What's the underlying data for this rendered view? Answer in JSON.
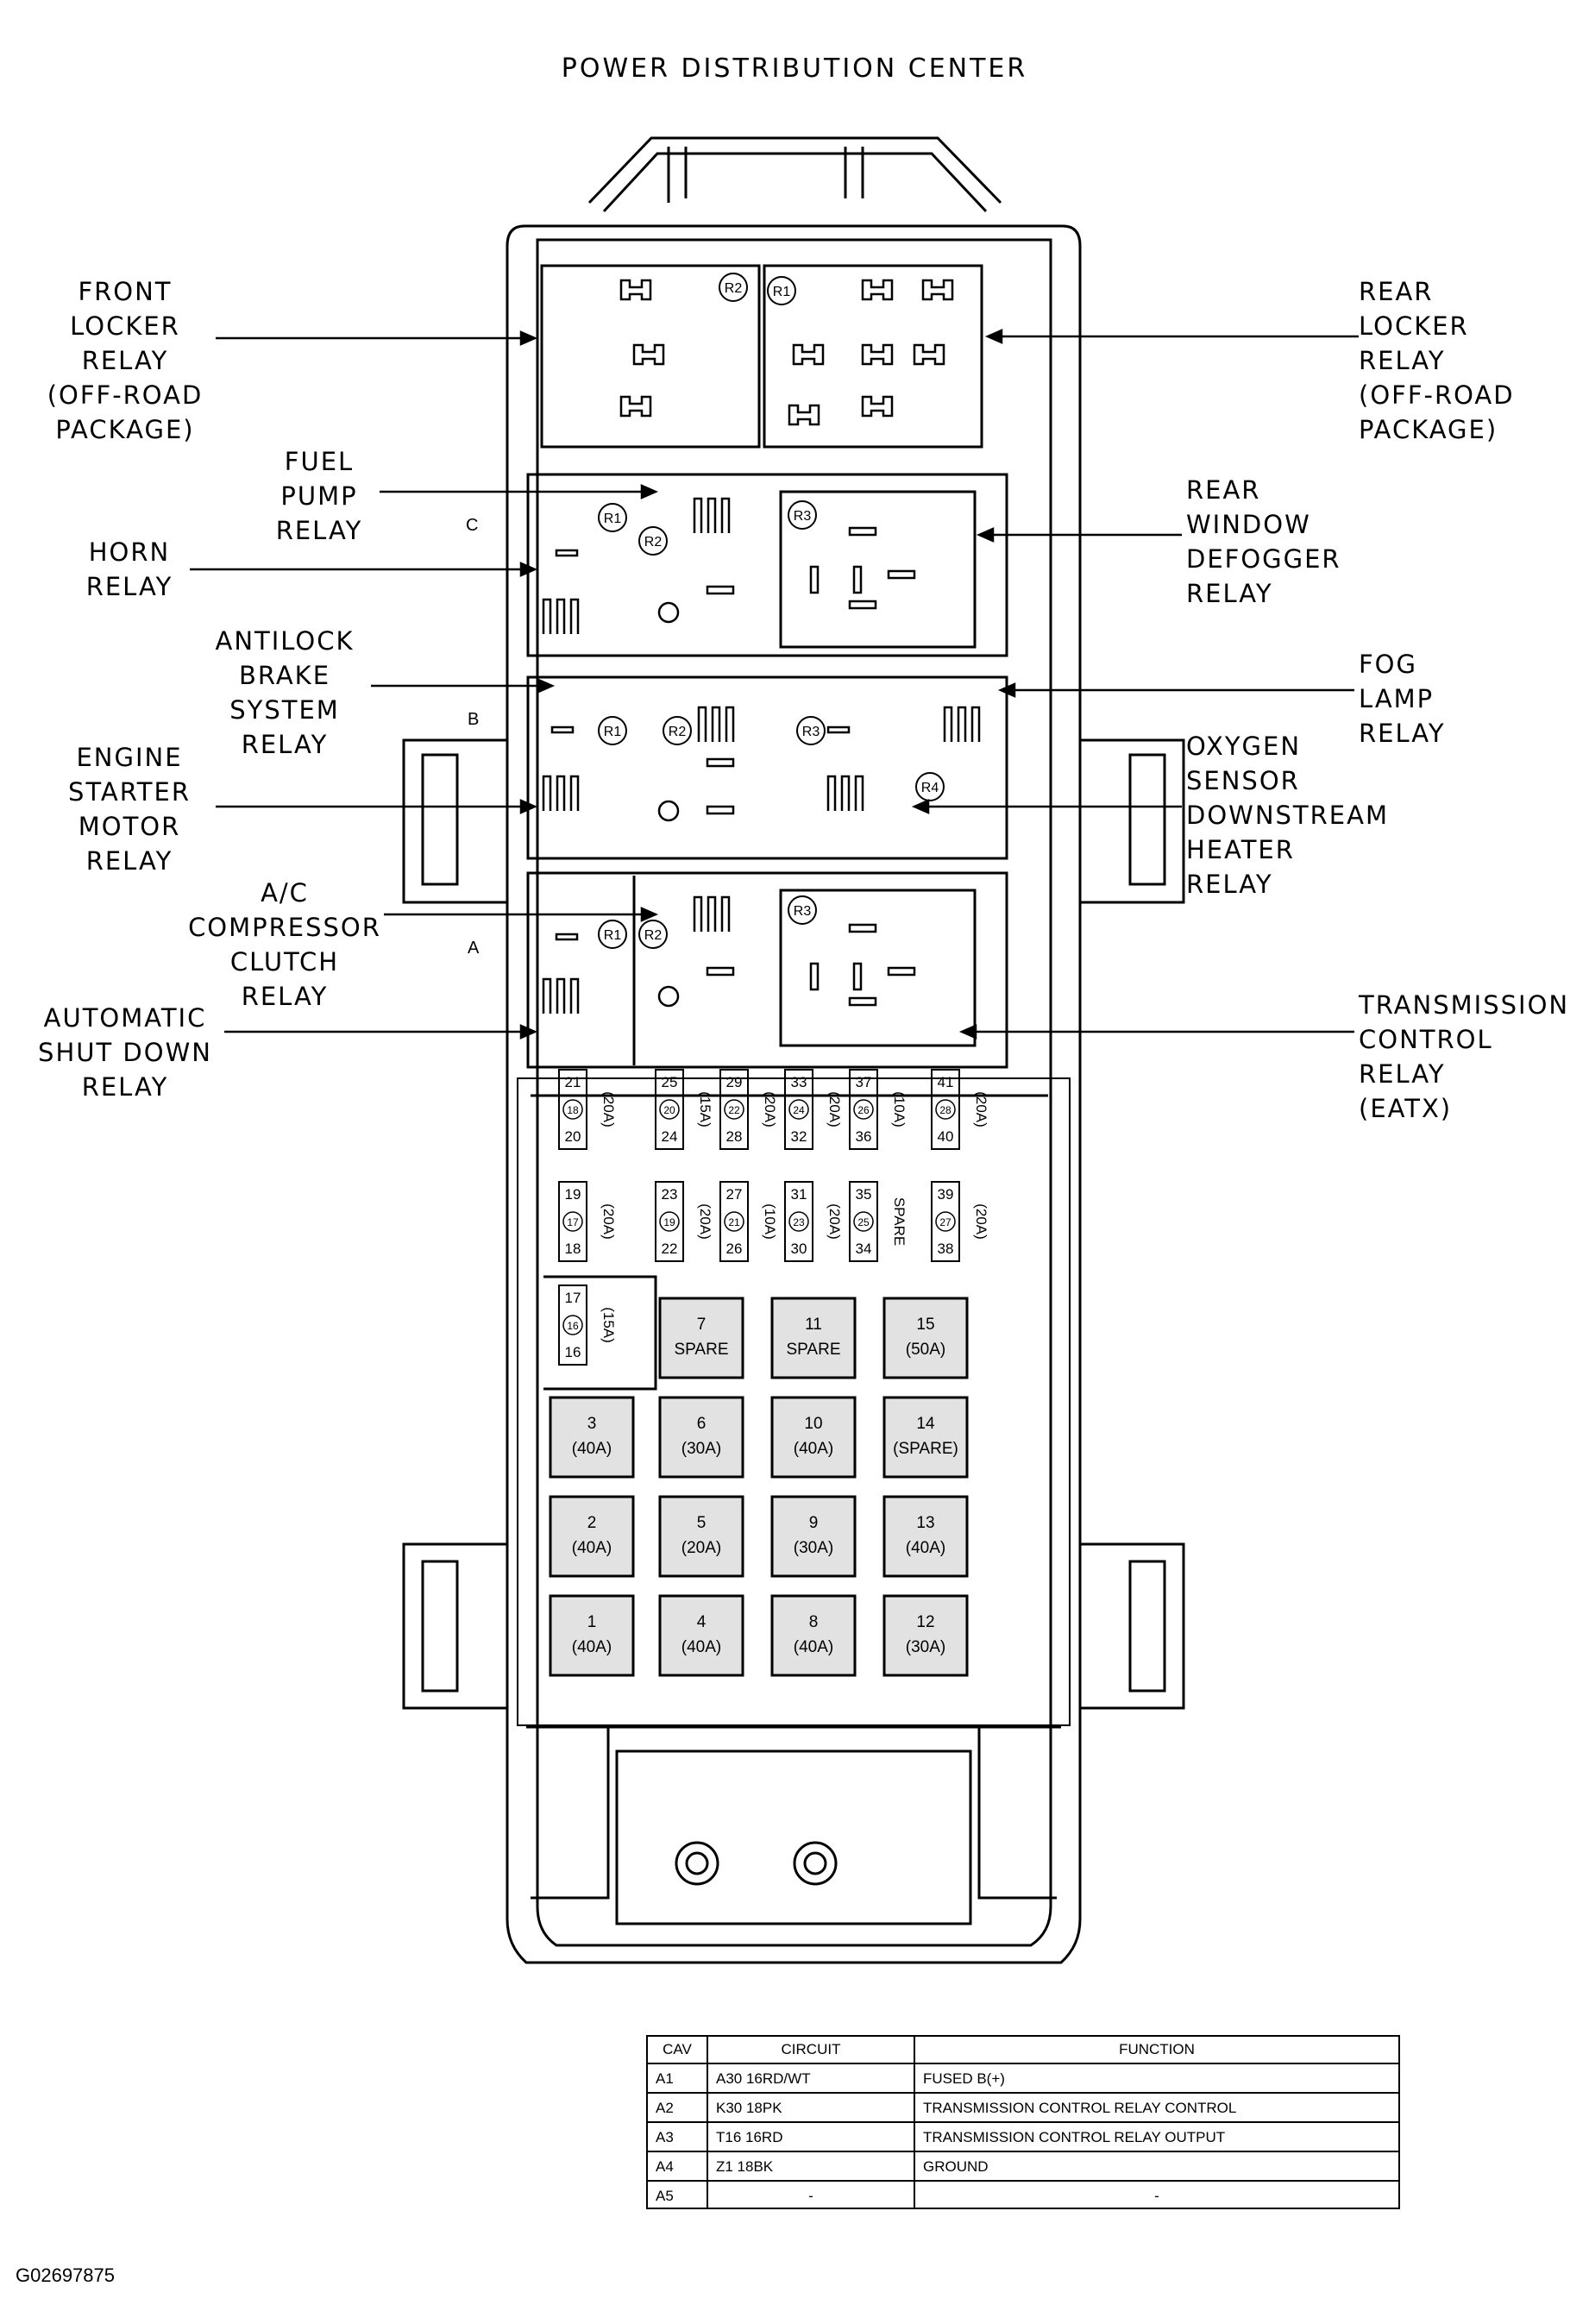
{
  "title": "POWER DISTRIBUTION CENTER",
  "figure_id": "G02697875",
  "left_labels": [
    {
      "key": "front_locker",
      "lines": [
        "FRONT",
        "LOCKER",
        "RELAY",
        "(OFF-ROAD",
        "PACKAGE)"
      ]
    },
    {
      "key": "fuel_pump",
      "lines": [
        "FUEL",
        "PUMP",
        "RELAY"
      ]
    },
    {
      "key": "horn",
      "lines": [
        "HORN",
        "RELAY"
      ]
    },
    {
      "key": "antilock",
      "lines": [
        "ANTILOCK",
        "BRAKE",
        "SYSTEM",
        "RELAY"
      ]
    },
    {
      "key": "starter",
      "lines": [
        "ENGINE",
        "STARTER",
        "MOTOR",
        "RELAY"
      ]
    },
    {
      "key": "ac",
      "lines": [
        "A/C",
        "COMPRESSOR",
        "CLUTCH",
        "RELAY"
      ]
    },
    {
      "key": "asd",
      "lines": [
        "AUTOMATIC",
        "SHUT DOWN",
        "RELAY"
      ]
    }
  ],
  "right_labels": [
    {
      "key": "rear_locker",
      "lines": [
        "REAR",
        "LOCKER",
        "RELAY",
        "(OFF-ROAD",
        "PACKAGE)"
      ]
    },
    {
      "key": "rear_defog",
      "lines": [
        "REAR",
        "WINDOW",
        "DEFOGGER",
        "RELAY"
      ]
    },
    {
      "key": "fog",
      "lines": [
        "FOG",
        "LAMP",
        "RELAY"
      ]
    },
    {
      "key": "o2",
      "lines": [
        "OXYGEN",
        "SENSOR",
        "DOWNSTREAM",
        "HEATER",
        "RELAY"
      ]
    },
    {
      "key": "tcr",
      "lines": [
        "TRANSMISSION",
        "CONTROL",
        "RELAY",
        "(EATX)"
      ]
    }
  ],
  "connector_letters": [
    "C",
    "B",
    "A"
  ],
  "relay_slots": [
    "R1",
    "R2",
    "R3",
    "R4"
  ],
  "mini_fuses_top": [
    {
      "top": "21",
      "mid": "18",
      "bot": "20",
      "rating": "(20A)"
    },
    {
      "top": "25",
      "mid": "20",
      "bot": "24",
      "rating": "(15A)"
    },
    {
      "top": "29",
      "mid": "22",
      "bot": "28",
      "rating": "(20A)"
    },
    {
      "top": "33",
      "mid": "24",
      "bot": "32",
      "rating": "(20A)"
    },
    {
      "top": "37",
      "mid": "26",
      "bot": "36",
      "rating": "(10A)"
    },
    {
      "top": "41",
      "mid": "28",
      "bot": "40",
      "rating": "(20A)"
    }
  ],
  "mini_fuses_mid": [
    {
      "top": "19",
      "mid": "17",
      "bot": "18",
      "rating": "(20A)"
    },
    {
      "top": "23",
      "mid": "19",
      "bot": "22",
      "rating": "(20A)"
    },
    {
      "top": "27",
      "mid": "21",
      "bot": "26",
      "rating": "(10A)"
    },
    {
      "top": "31",
      "mid": "23",
      "bot": "30",
      "rating": "(20A)"
    },
    {
      "top": "35",
      "mid": "25",
      "bot": "34",
      "rating": "SPARE"
    },
    {
      "top": "39",
      "mid": "27",
      "bot": "38",
      "rating": "(20A)"
    }
  ],
  "mini_fuse_low": {
    "top": "17",
    "mid": "16",
    "bot": "16",
    "rating": "(15A)"
  },
  "maxi_fuses": [
    [
      {
        "num": "7",
        "rating": "SPARE"
      },
      {
        "num": "11",
        "rating": "SPARE"
      },
      {
        "num": "15",
        "rating": "(50A)"
      }
    ],
    [
      {
        "num": "3",
        "rating": "(40A)"
      },
      {
        "num": "6",
        "rating": "(30A)"
      },
      {
        "num": "10",
        "rating": "(40A)"
      },
      {
        "num": "14",
        "rating": "(SPARE)"
      }
    ],
    [
      {
        "num": "2",
        "rating": "(40A)"
      },
      {
        "num": "5",
        "rating": "(20A)"
      },
      {
        "num": "9",
        "rating": "(30A)"
      },
      {
        "num": "13",
        "rating": "(40A)"
      }
    ],
    [
      {
        "num": "1",
        "rating": "(40A)"
      },
      {
        "num": "4",
        "rating": "(40A)"
      },
      {
        "num": "8",
        "rating": "(40A)"
      },
      {
        "num": "12",
        "rating": "(30A)"
      }
    ]
  ],
  "cavity_table": {
    "headers": [
      "CAV",
      "CIRCUIT",
      "FUNCTION"
    ],
    "rows": [
      [
        "A1",
        "A30 16RD/WT",
        "FUSED B(+)"
      ],
      [
        "A2",
        "K30 18PK",
        "TRANSMISSION CONTROL RELAY CONTROL"
      ],
      [
        "A3",
        "T16 16RD",
        "TRANSMISSION CONTROL RELAY OUTPUT"
      ],
      [
        "A4",
        "Z1 18BK",
        "GROUND"
      ],
      [
        "A5",
        "-",
        "-"
      ]
    ]
  }
}
